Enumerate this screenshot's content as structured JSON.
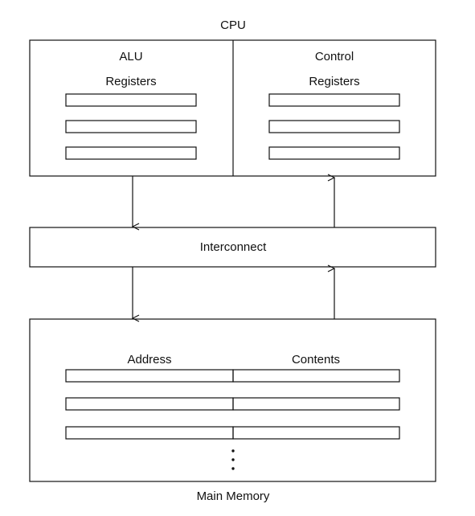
{
  "cpu": {
    "title": "CPU",
    "alu": {
      "title": "ALU",
      "subtitle": "Registers"
    },
    "control": {
      "title": "Control",
      "subtitle": "Registers"
    }
  },
  "interconnect": {
    "label": "Interconnect"
  },
  "memory": {
    "title": "Main Memory",
    "address_header": "Address",
    "contents_header": "Contents",
    "row_count_visible": 3
  },
  "colors": {
    "stroke": "#111111",
    "background": "#ffffff"
  }
}
